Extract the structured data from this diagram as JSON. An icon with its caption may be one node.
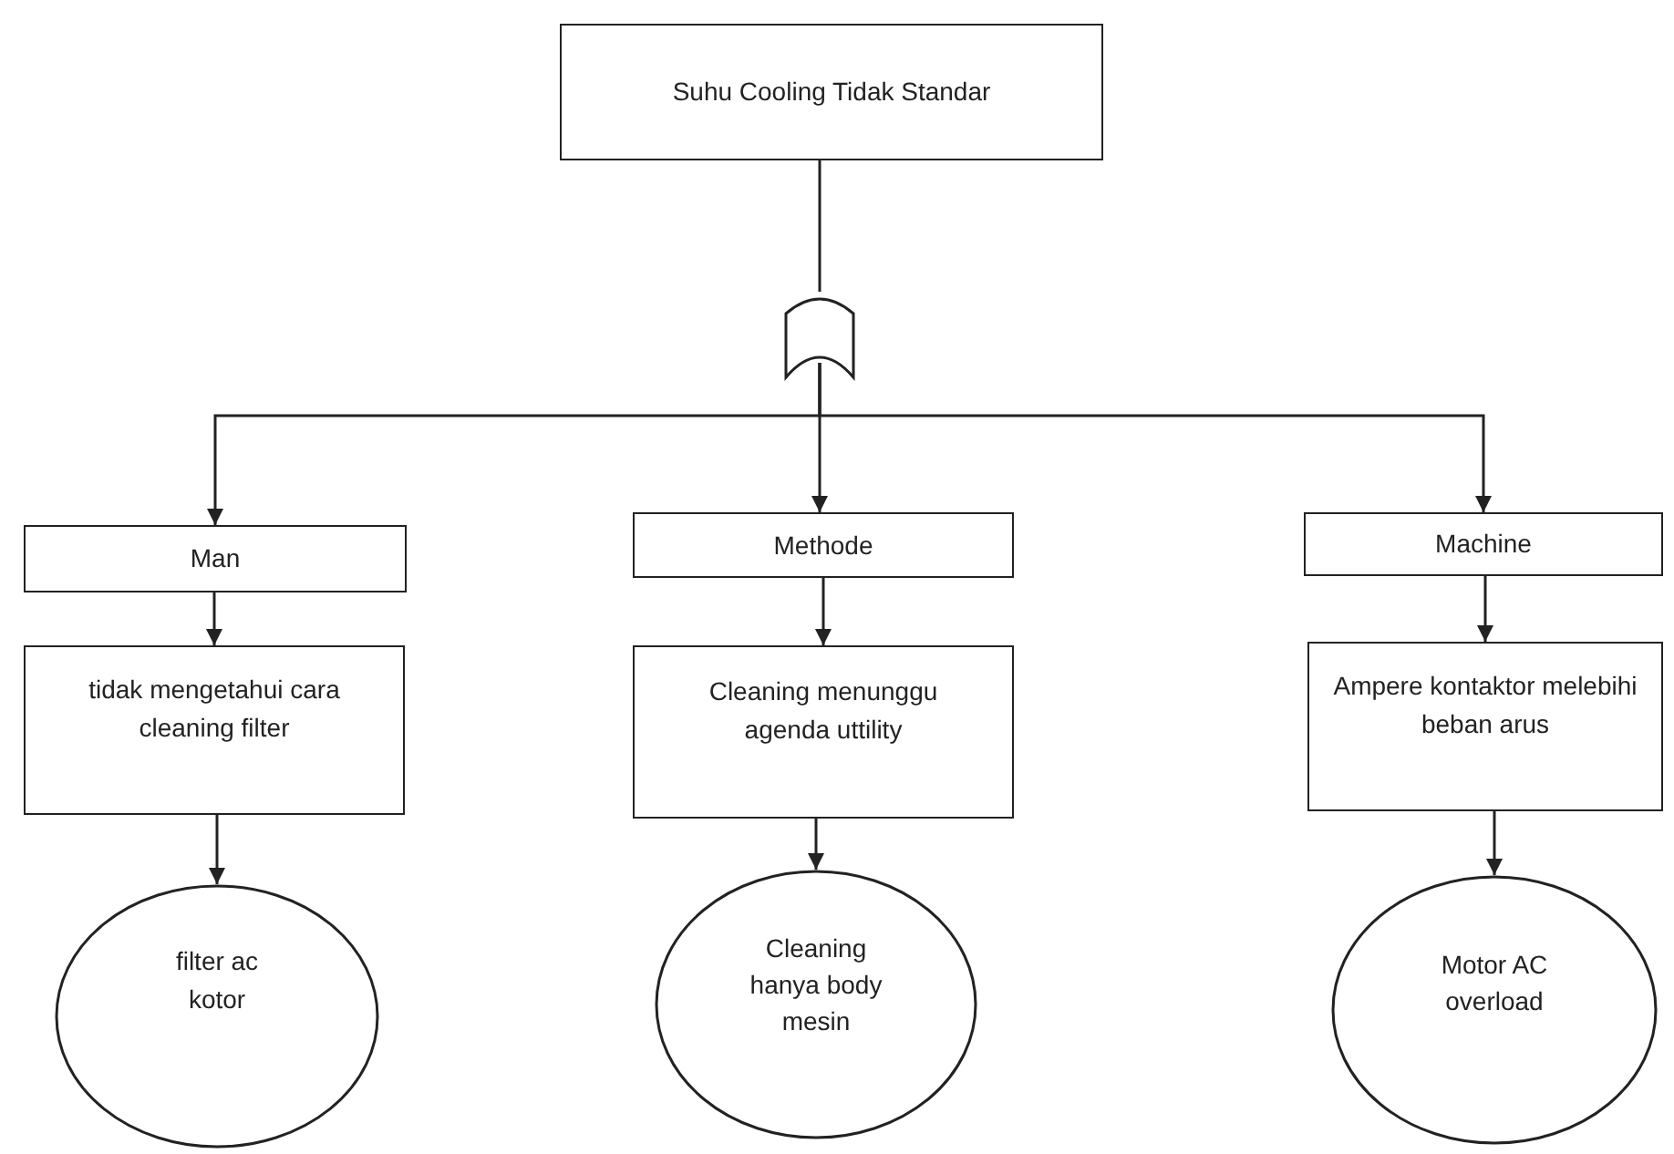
{
  "diagram": {
    "nodes": [
      {
        "text": [
          "Suhu Cooling Tidak Standar"
        ]
      },
      {
        "text": [],
        "shape": "gate"
      },
      {
        "text": [
          "Man"
        ]
      },
      {
        "text": [
          "Methode"
        ]
      },
      {
        "text": [
          "Machine"
        ]
      },
      {
        "text": [
          "tidak mengetahui cara cleaning filter"
        ]
      },
      {
        "text": [
          "Cleaning menunggu agenda uttility"
        ]
      },
      {
        "text": [
          "Ampere kontaktor melebihi beban arus"
        ]
      },
      {
        "text": [
          "filter ac kotor"
        ]
      },
      {
        "text": [
          "Cleaning hanya body mesin"
        ]
      },
      {
        "text": [
          "Motor AC overload"
        ]
      }
    ],
    "edges": [
      {
        "from": 0,
        "to": 1,
        "arrow": "none"
      },
      {
        "from": 1,
        "to": 2,
        "arrow": "to"
      },
      {
        "from": 1,
        "to": 3,
        "arrow": "to"
      },
      {
        "from": 1,
        "to": 4,
        "arrow": "to"
      },
      {
        "from": 2,
        "to": 5,
        "arrow": "to"
      },
      {
        "from": 5,
        "to": 8,
        "arrow": "to"
      },
      {
        "from": 3,
        "to": 6,
        "arrow": "to"
      },
      {
        "from": 6,
        "to": 9,
        "arrow": "to"
      },
      {
        "from": 4,
        "to": 7,
        "arrow": "to"
      },
      {
        "from": 7,
        "to": 10,
        "arrow": "to"
      }
    ]
  }
}
